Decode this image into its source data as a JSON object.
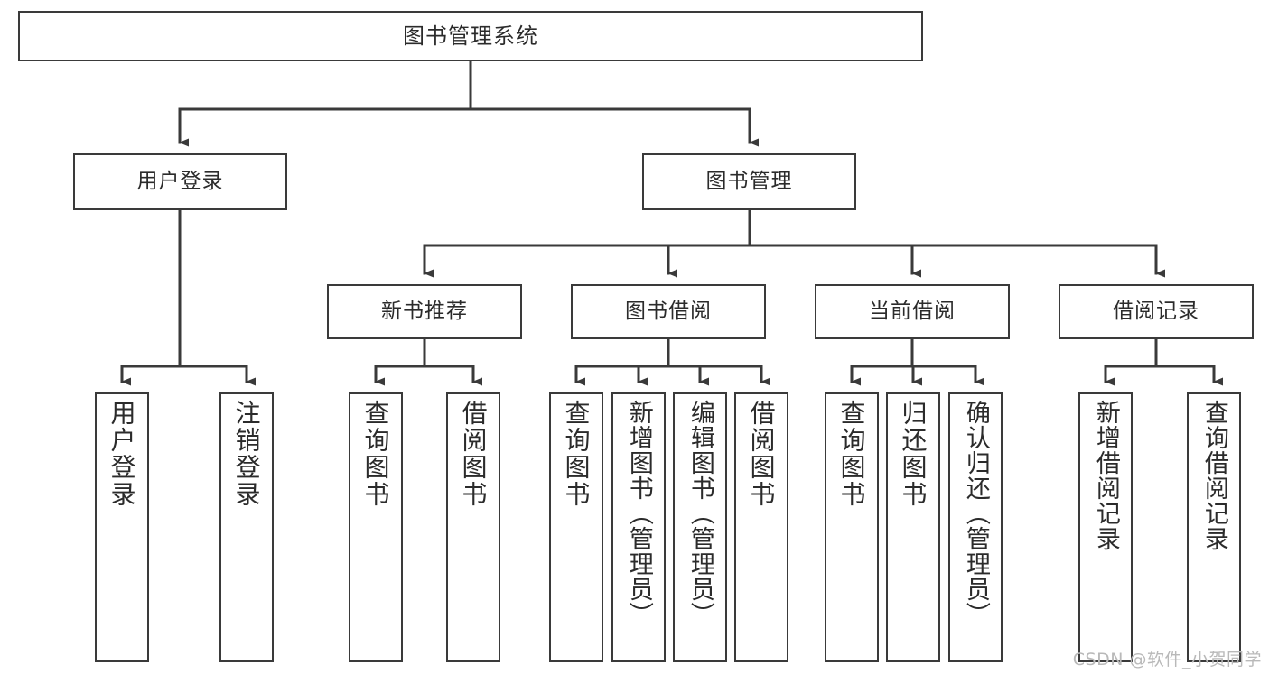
{
  "diagram": {
    "title_box": {
      "label": "图书管理系统"
    },
    "level2": [
      {
        "id": "user-login",
        "label": "用户登录"
      },
      {
        "id": "book-management",
        "label": "图书管理"
      }
    ],
    "level3": [
      {
        "id": "new-book-recommend",
        "label": "新书推荐"
      },
      {
        "id": "book-borrow",
        "label": "图书借阅"
      },
      {
        "id": "current-borrow",
        "label": "当前借阅"
      },
      {
        "id": "borrow-record",
        "label": "借阅记录"
      }
    ],
    "leaves": [
      {
        "id": "leaf-user-login",
        "label": "用户登录"
      },
      {
        "id": "leaf-logout-login",
        "label": "注销登录"
      },
      {
        "id": "leaf-query-book-1",
        "label": "查询图书"
      },
      {
        "id": "leaf-borrow-book-1",
        "label": "借阅图书"
      },
      {
        "id": "leaf-query-book-2",
        "label": "查询图书"
      },
      {
        "id": "leaf-add-book-admin",
        "label": "新增图书（管理员）"
      },
      {
        "id": "leaf-edit-book-admin",
        "label": "编辑图书（管理员）"
      },
      {
        "id": "leaf-borrow-book-2",
        "label": "借阅图书"
      },
      {
        "id": "leaf-query-book-3",
        "label": "查询图书"
      },
      {
        "id": "leaf-return-book",
        "label": "归还图书"
      },
      {
        "id": "leaf-confirm-return-admin",
        "label": "确认归还（管理员）"
      },
      {
        "id": "leaf-add-borrow-record",
        "label": "新增借阅记录"
      },
      {
        "id": "leaf-query-borrow-record",
        "label": "查询借阅记录"
      }
    ],
    "watermark": "CSDN @软件_小贺同学",
    "colors": {
      "stroke": "#3a3a3a",
      "background": "#ffffff",
      "text": "#2b2b2b",
      "watermark": "#b9b9b9"
    }
  }
}
